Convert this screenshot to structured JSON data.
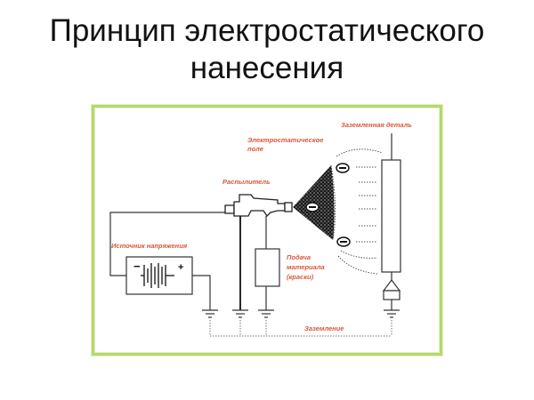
{
  "title": {
    "line1": "Принцип электростатического",
    "line2": "нанесения"
  },
  "diagram": {
    "labels": {
      "grounded_part": "Заземленная деталь",
      "field_line1": "Электростатическое",
      "field_line2": "поле",
      "sprayer": "Распылитель",
      "voltage_source": "Источник напряжения",
      "feed_line1": "Подача",
      "feed_line2": "материала",
      "feed_line3": "(краски)",
      "grounding": "Заземление"
    },
    "symbols": {
      "battery_minus": "−",
      "battery_plus": "+",
      "charge_sign": "−"
    },
    "colors": {
      "label": "#d9583b",
      "frame": "#b5d96a",
      "line": "#222222"
    }
  }
}
